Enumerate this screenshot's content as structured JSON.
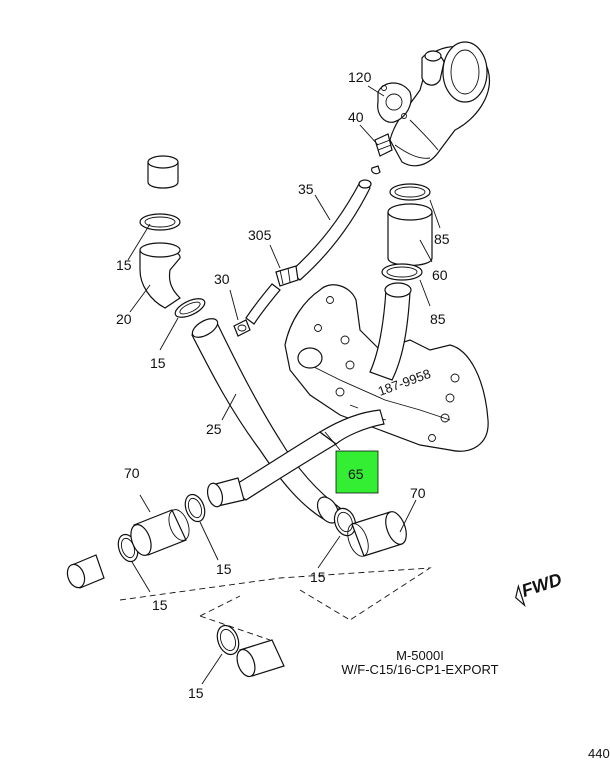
{
  "diagram": {
    "labels": {
      "l120": "120",
      "l40": "40",
      "l35": "35",
      "l85a": "85",
      "l60": "60",
      "l85b": "85",
      "l305": "305",
      "l30": "30",
      "l15_top": "15",
      "l20": "20",
      "l15_mid": "15",
      "l25": "25",
      "l65": "65",
      "l70_left": "70",
      "l70_right": "70",
      "l15_a": "15",
      "l15_b": "15",
      "l15_c": "15",
      "l15_bottom": "15"
    },
    "highlight_color": "#33ee33",
    "fwd_text": "FWD",
    "bracket_text": "187-9958",
    "caption_line1": "M-5000I",
    "caption_line2": "W/F-C15/16-CP1-EXPORT",
    "corner_text": "440"
  }
}
